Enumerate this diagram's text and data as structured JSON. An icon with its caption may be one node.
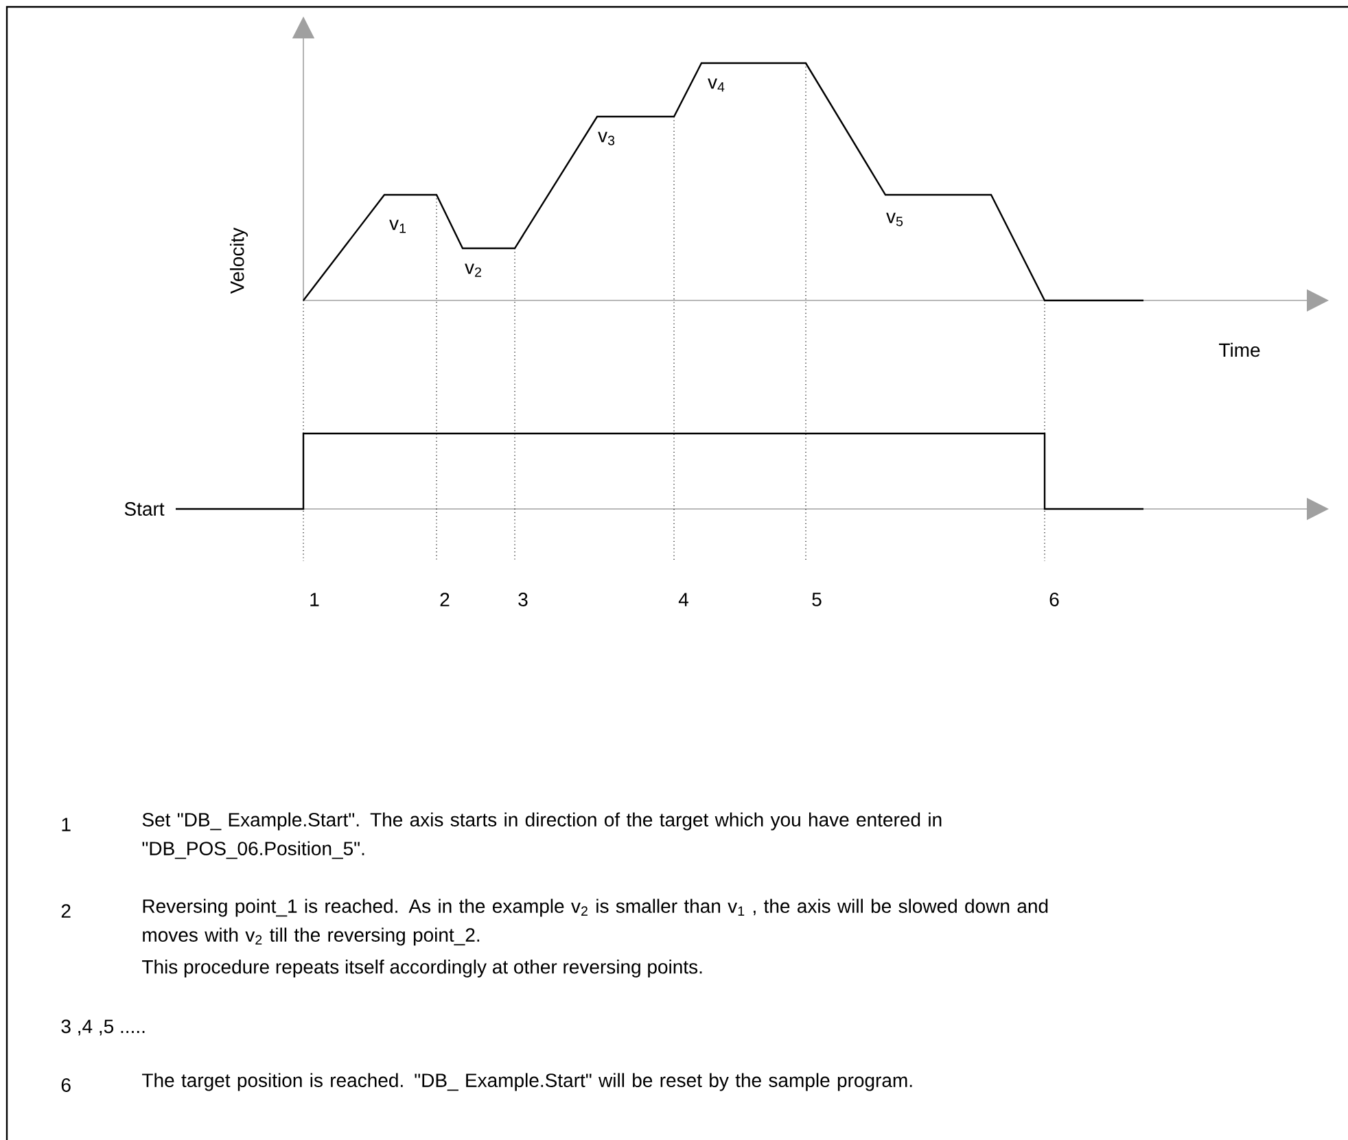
{
  "diagram": {
    "labels": [
      "Velocity",
      "Time",
      "v$_{1}$",
      "v$_{2}$",
      "v$_{3}$",
      "v$_{4}$",
      "v$_{5}$",
      "Start",
      "1",
      "2",
      "3",
      "4",
      "5",
      "6",
      "1",
      "Set \"DB_ Example.Start\". The axis starts in direction of the target which you have entered in \"DB_POS_06.Position_5\".",
      "2",
      "Reversing point_1 is reached. As in the example v$_{2}$ is smaller than v$_{1}$ , the axis will be slowed down and moves with v$_{2}$ till the reversing point_2.",
      "This procedure repeats itself accordingly at other reversing points.",
      "3 ,4 ,5 .....",
      "6",
      "The target position is reached. \"DB_ Example.Start\" will be reset by the sample program."
    ]
  }
}
